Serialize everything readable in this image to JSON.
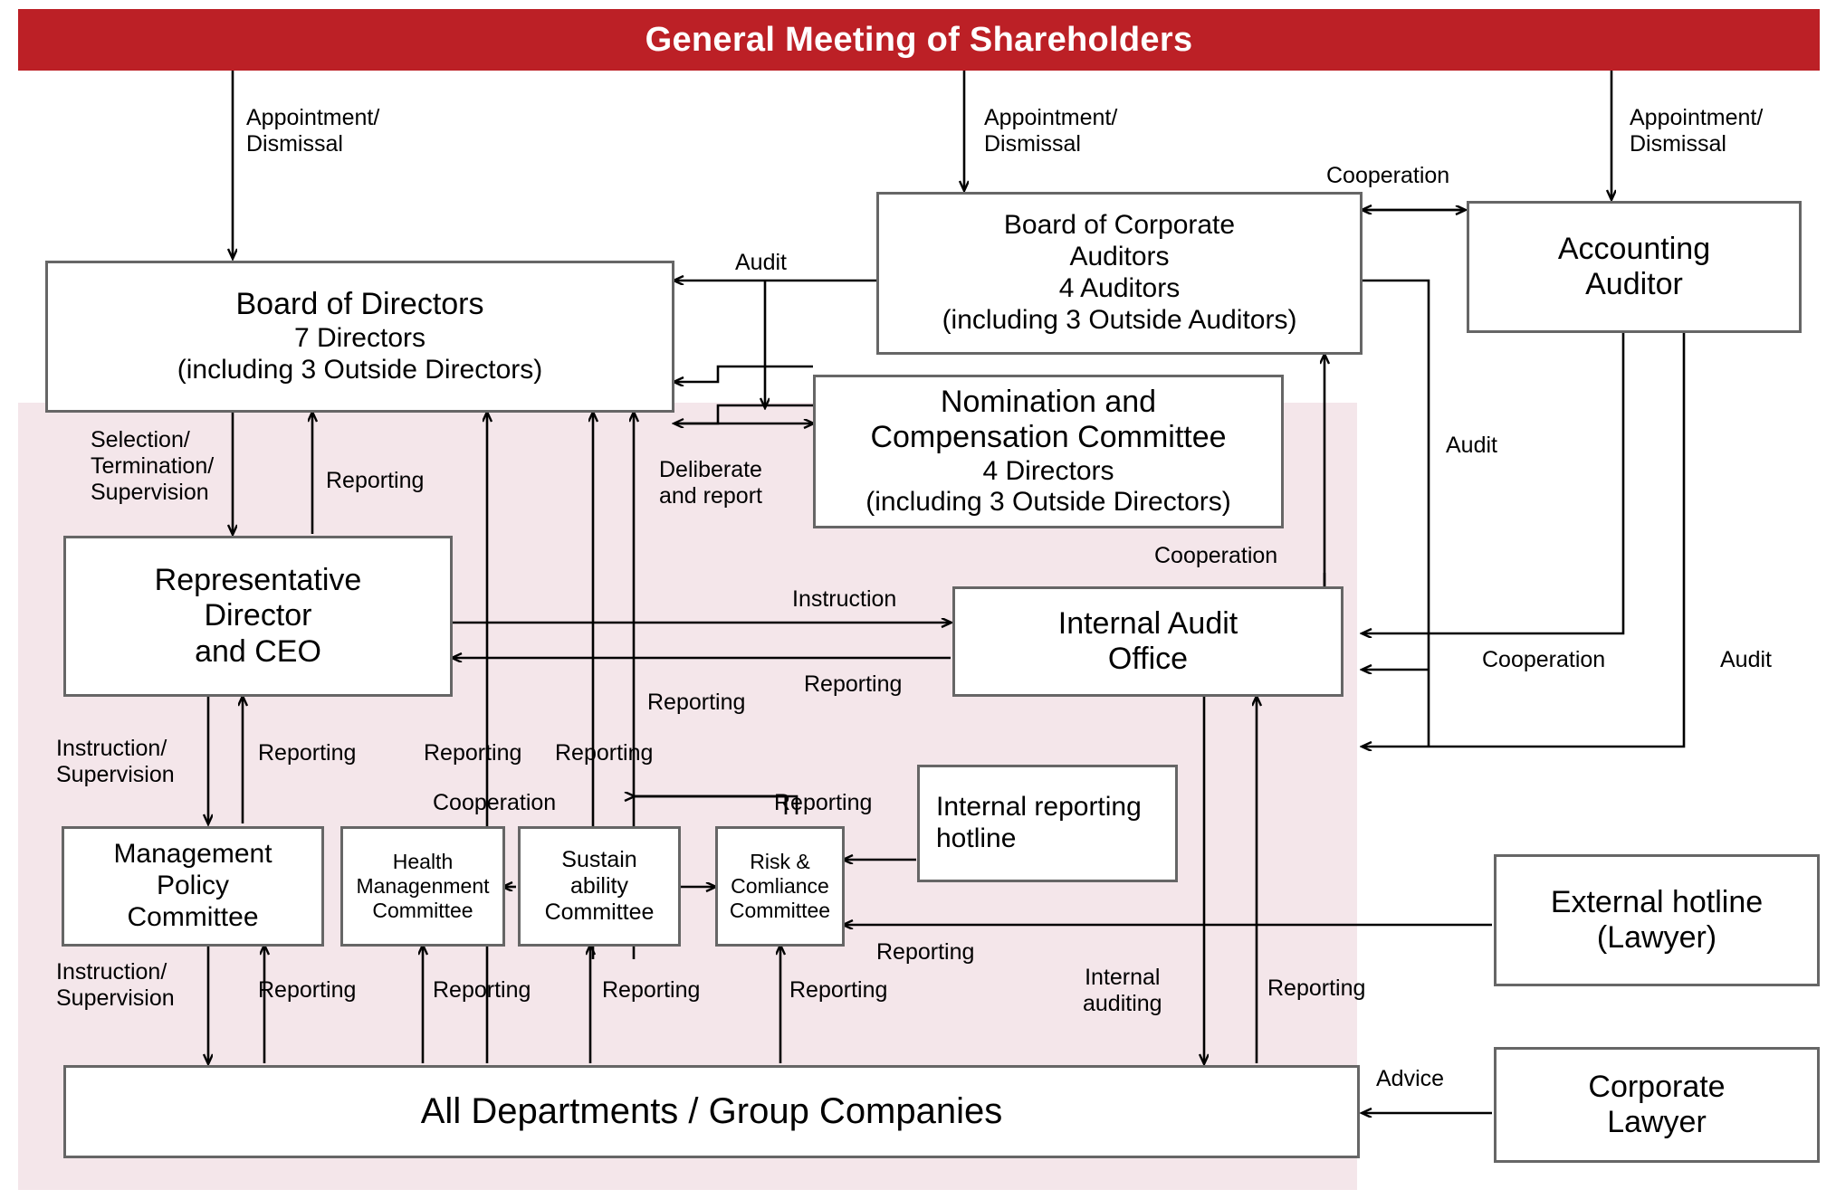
{
  "colors": {
    "banner_bg": "#bc2026",
    "banner_text": "#ffffff",
    "zone_bg": "#f4e6ea",
    "box_border": "#666666",
    "box_bg": "#ffffff",
    "line": "#000000"
  },
  "banner": {
    "title": "General Meeting of Shareholders"
  },
  "boxes": {
    "board_of_directors": {
      "line1": "Board of Directors",
      "line2": "7 Directors",
      "line3": "(including 3 Outside Directors)"
    },
    "board_of_corporate_auditors": {
      "line1": "Board of Corporate",
      "line2": "Auditors",
      "line3": "4 Auditors",
      "line4": "(including 3 Outside Auditors)"
    },
    "accounting_auditor": {
      "line1": "Accounting",
      "line2": "Auditor"
    },
    "nomination_committee": {
      "line1": "Nomination and",
      "line2": "Compensation Committee",
      "line3": "4 Directors",
      "line4": "(including 3 Outside Directors)"
    },
    "representative_director": {
      "line1": "Representative",
      "line2": "Director",
      "line3": "and CEO"
    },
    "internal_audit_office": {
      "line1": "Internal Audit",
      "line2": "Office"
    },
    "management_policy_committee": {
      "line1": "Management",
      "line2": "Policy",
      "line3": "Committee"
    },
    "health_management_committee": {
      "line1": "Health",
      "line2": "Managenment",
      "line3": "Committee"
    },
    "sustainability_committee": {
      "line1": "Sustain",
      "line2": "ability",
      "line3": "Committee"
    },
    "risk_compliance_committee": {
      "line1": "Risk  &",
      "line2": "Comliance",
      "line3": "Committee"
    },
    "internal_reporting_hotline": {
      "line1": "Internal reporting",
      "line2": "hotline"
    },
    "external_hotline": {
      "line1": "External hotline",
      "line2": "(Lawyer)"
    },
    "corporate_lawyer": {
      "line1": "Corporate",
      "line2": "Lawyer"
    },
    "all_departments": {
      "line1": "All Departments / Group Companies"
    }
  },
  "edge_labels": {
    "appointment_dismissal_1": "Appointment/\nDismissal",
    "appointment_dismissal_2": "Appointment/\nDismissal",
    "appointment_dismissal_3": "Appointment/\nDismissal",
    "audit_auditors_to_board": "Audit",
    "cooperation_auditors_accounting": "Cooperation",
    "audit_accounting_to_auditors": "Audit",
    "deliberate_and_report": "Deliberate\nand report",
    "selection_termination_supervision": "Selection/\nTermination/\nSupervision",
    "reporting_ceo_to_board": "Reporting",
    "instruction_ceo_to_iao": "Instruction",
    "reporting_iao_to_ceo": "Reporting",
    "reporting_committees_1": "Reporting",
    "reporting_committees_2": "Reporting",
    "reporting_committees_3": "Reporting",
    "cooperation_iao_auditors": "Cooperation",
    "cooperation_iao_accounting": "Cooperation",
    "audit_accounting_to_depts": "Audit",
    "instruction_supervision_ceo": "Instruction/\nSupervision",
    "reporting_mpc_to_ceo": "Reporting",
    "cooperation_committees": "Cooperation",
    "reporting_rcc_to_iao": "Reporting",
    "instruction_supervision_depts": "Instruction/\nSupervision",
    "reporting_depts_mpc": "Reporting",
    "reporting_depts_hmc": "Reporting",
    "reporting_depts_sc": "Reporting",
    "reporting_depts_rcc": "Reporting",
    "reporting_external_hotline": "Reporting",
    "internal_auditing": "Internal\nauditing",
    "reporting_depts_to_iao": "Reporting",
    "advice_corporate_lawyer": "Advice"
  }
}
